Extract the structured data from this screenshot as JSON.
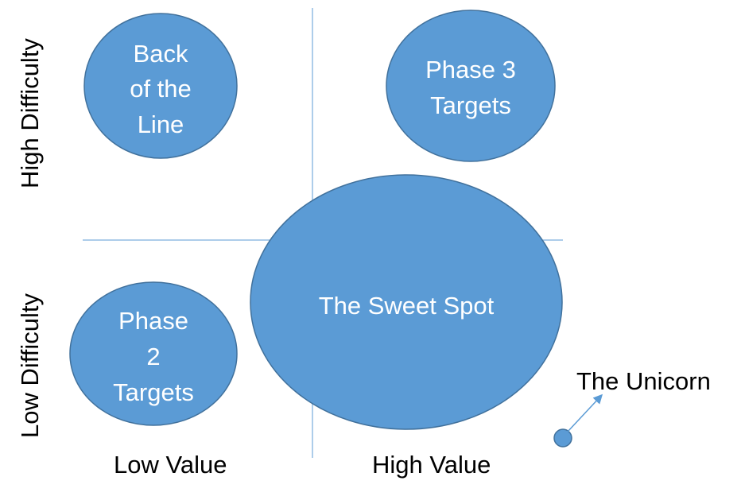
{
  "quadrants": {
    "top_left": {
      "lines": [
        "Back",
        "of the",
        "Line"
      ]
    },
    "top_right": {
      "lines": [
        "Phase 3",
        "Targets"
      ]
    },
    "bottom_left": {
      "lines": [
        "Phase",
        "2",
        "Targets"
      ]
    },
    "center": {
      "lines": [
        "The Sweet Spot"
      ]
    }
  },
  "axes": {
    "y_high": "High Difficulty",
    "y_low": "Low Difficulty",
    "x_low": "Low Value",
    "x_high": "High Value"
  },
  "unicorn": {
    "label": "The Unicorn"
  },
  "colors": {
    "bubble_fill": "#5b9bd5",
    "bubble_stroke": "#41719c",
    "line": "#5b9bd5"
  }
}
